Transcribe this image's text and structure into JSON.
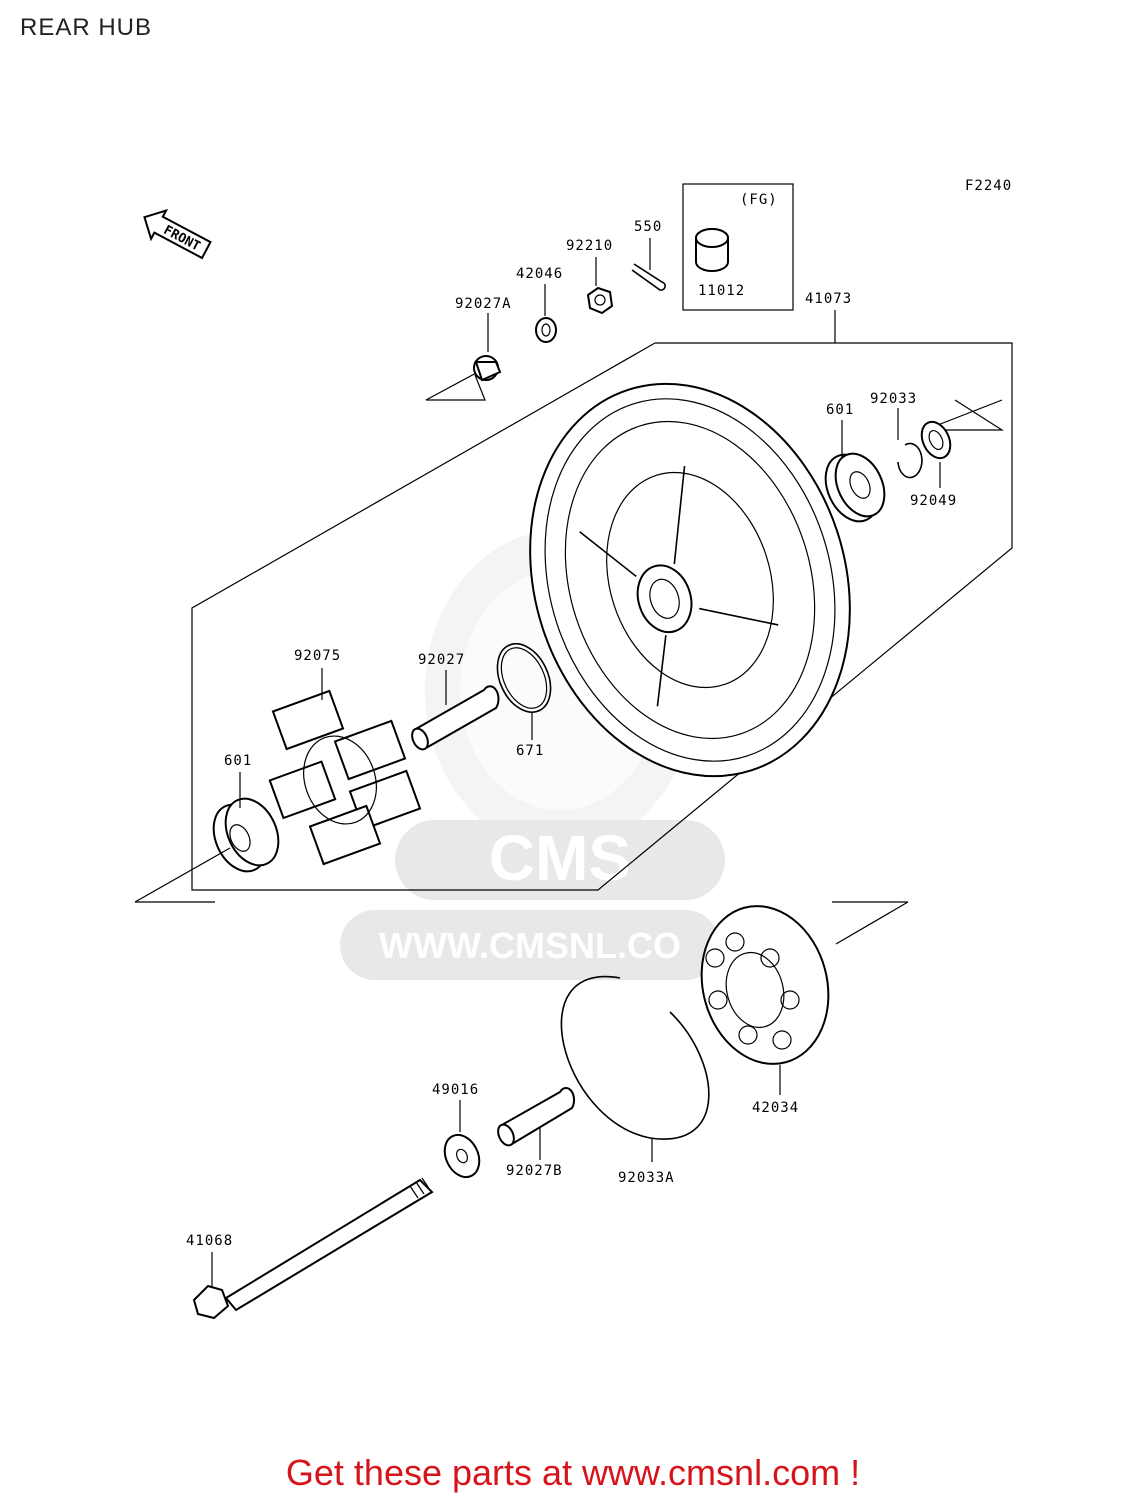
{
  "title": "REAR HUB",
  "diagram_code": "F2240",
  "front_arrow_label": "FRONT",
  "fg_label": "(FG)",
  "watermark": {
    "logo": "CMS",
    "url": "WWW.CMSNL.CO"
  },
  "parts": {
    "p41073": "41073",
    "p601_right": "601",
    "p92033": "92033",
    "p92049": "92049",
    "p92027A": "92027A",
    "p42046": "42046",
    "p92210": "92210",
    "p550": "550",
    "p11012": "11012",
    "p92075": "92075",
    "p92027": "92027",
    "p671": "671",
    "p601_left": "601",
    "p42034": "42034",
    "p49016": "49016",
    "p92027B": "92027B",
    "p92033A": "92033A",
    "p41068": "41068"
  },
  "footer": "Get these parts at www.cmsnl.com !"
}
